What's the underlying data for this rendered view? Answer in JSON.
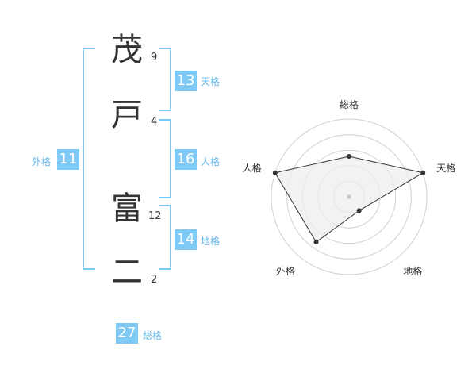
{
  "name": {
    "characters": [
      {
        "char": "茂",
        "strokes": "9"
      },
      {
        "char": "戸",
        "strokes": "4"
      },
      {
        "char": "富",
        "strokes": "12"
      },
      {
        "char": "二",
        "strokes": "2"
      }
    ]
  },
  "scores": {
    "tenkaku": {
      "value": "13",
      "label": "天格"
    },
    "jinkaku": {
      "value": "16",
      "label": "人格"
    },
    "chikaku": {
      "value": "14",
      "label": "地格"
    },
    "gaikaku": {
      "value": "11",
      "label": "外格"
    },
    "soukaku": {
      "value": "27",
      "label": "総格"
    }
  },
  "colors": {
    "accent": "#7fc9f5",
    "accent_text": "#5fb4e8",
    "text": "#333333",
    "radar_fill": "#eeeeee",
    "radar_grid": "#d0d0d0"
  },
  "chart_data": {
    "type": "radar",
    "axes": [
      "総格",
      "天格",
      "地格",
      "外格",
      "人格"
    ],
    "values": [
      27,
      13,
      14,
      11,
      16
    ],
    "relative_levels": [
      0.52,
      1.0,
      0.22,
      0.72,
      1.0
    ]
  }
}
